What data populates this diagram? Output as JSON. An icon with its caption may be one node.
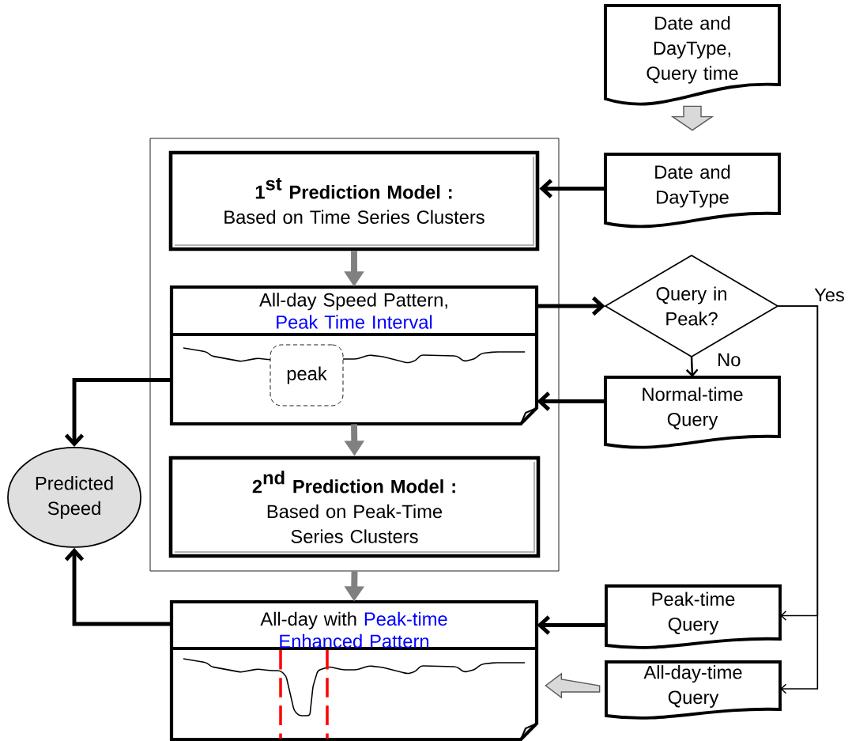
{
  "diagram": {
    "nodes": [
      {
        "text": [
          "Date and DayType, Query time"
        ]
      },
      {
        "text": [],
        "shape": "box"
      },
      {
        "text": [
          "\\textbf{1}^{\\textbf{st}}\\ \\textbf{Prediction Model :}",
          "Based on Time Series Clusters"
        ],
        "in": 1
      },
      {
        "text": [
          "Date and DayType"
        ]
      },
      {
        "text": [
          "All-day Speed Pattern,",
          "Peak Time Interval"
        ],
        "in": 1
      },
      {
        "text": [
          "peak"
        ],
        "in": 4
      },
      {
        "text": [
          "Query in Peak?"
        ]
      },
      {
        "text": [
          "Normal-time Query"
        ]
      },
      {
        "text": [
          "Predicted Speed"
        ]
      },
      {
        "text": [
          "\\textbf{2}^{\\textbf{nd}}\\ \\textbf{Prediction Model :}",
          "Based on Peak-Time Series Clusters"
        ],
        "in": 1
      },
      {
        "text": [
          "All-day with",
          "Peak-time Enhanced Pattern"
        ]
      },
      {
        "text": [
          "Peak-time Query"
        ]
      },
      {
        "text": [
          "All-day-time Query"
        ]
      }
    ],
    "edges": [
      {
        "from": 2,
        "to": 4,
        "arrow": "to",
        "color": "#808080"
      },
      {
        "from": 4,
        "to": 9,
        "arrow": "to",
        "color": "#808080"
      },
      {
        "from": 1,
        "to": 10,
        "arrow": "to",
        "color": "#808080"
      },
      {
        "from": 0,
        "to": 3,
        "arrow": "to",
        "color": "#d9d9d9"
      },
      {
        "from": 3,
        "to": 2,
        "arrow": "to"
      },
      {
        "from": 4,
        "to": 6,
        "arrow": "to"
      },
      {
        "from": 6,
        "to": 7,
        "arrow": "to",
        "label": "No"
      },
      {
        "from": 6,
        "to": 11,
        "arrow": "to",
        "label": "Yes"
      },
      {
        "from": 6,
        "to": 12,
        "arrow": "to"
      },
      {
        "from": 7,
        "to": 4,
        "arrow": "to"
      },
      {
        "from": 4,
        "to": 8,
        "arrow": "to"
      },
      {
        "from": 10,
        "to": 8,
        "arrow": "to"
      },
      {
        "from": 11,
        "to": 10,
        "arrow": "to"
      },
      {
        "from": 12,
        "to": 10,
        "arrow": "to",
        "color": "#d9d9d9"
      }
    ]
  }
}
